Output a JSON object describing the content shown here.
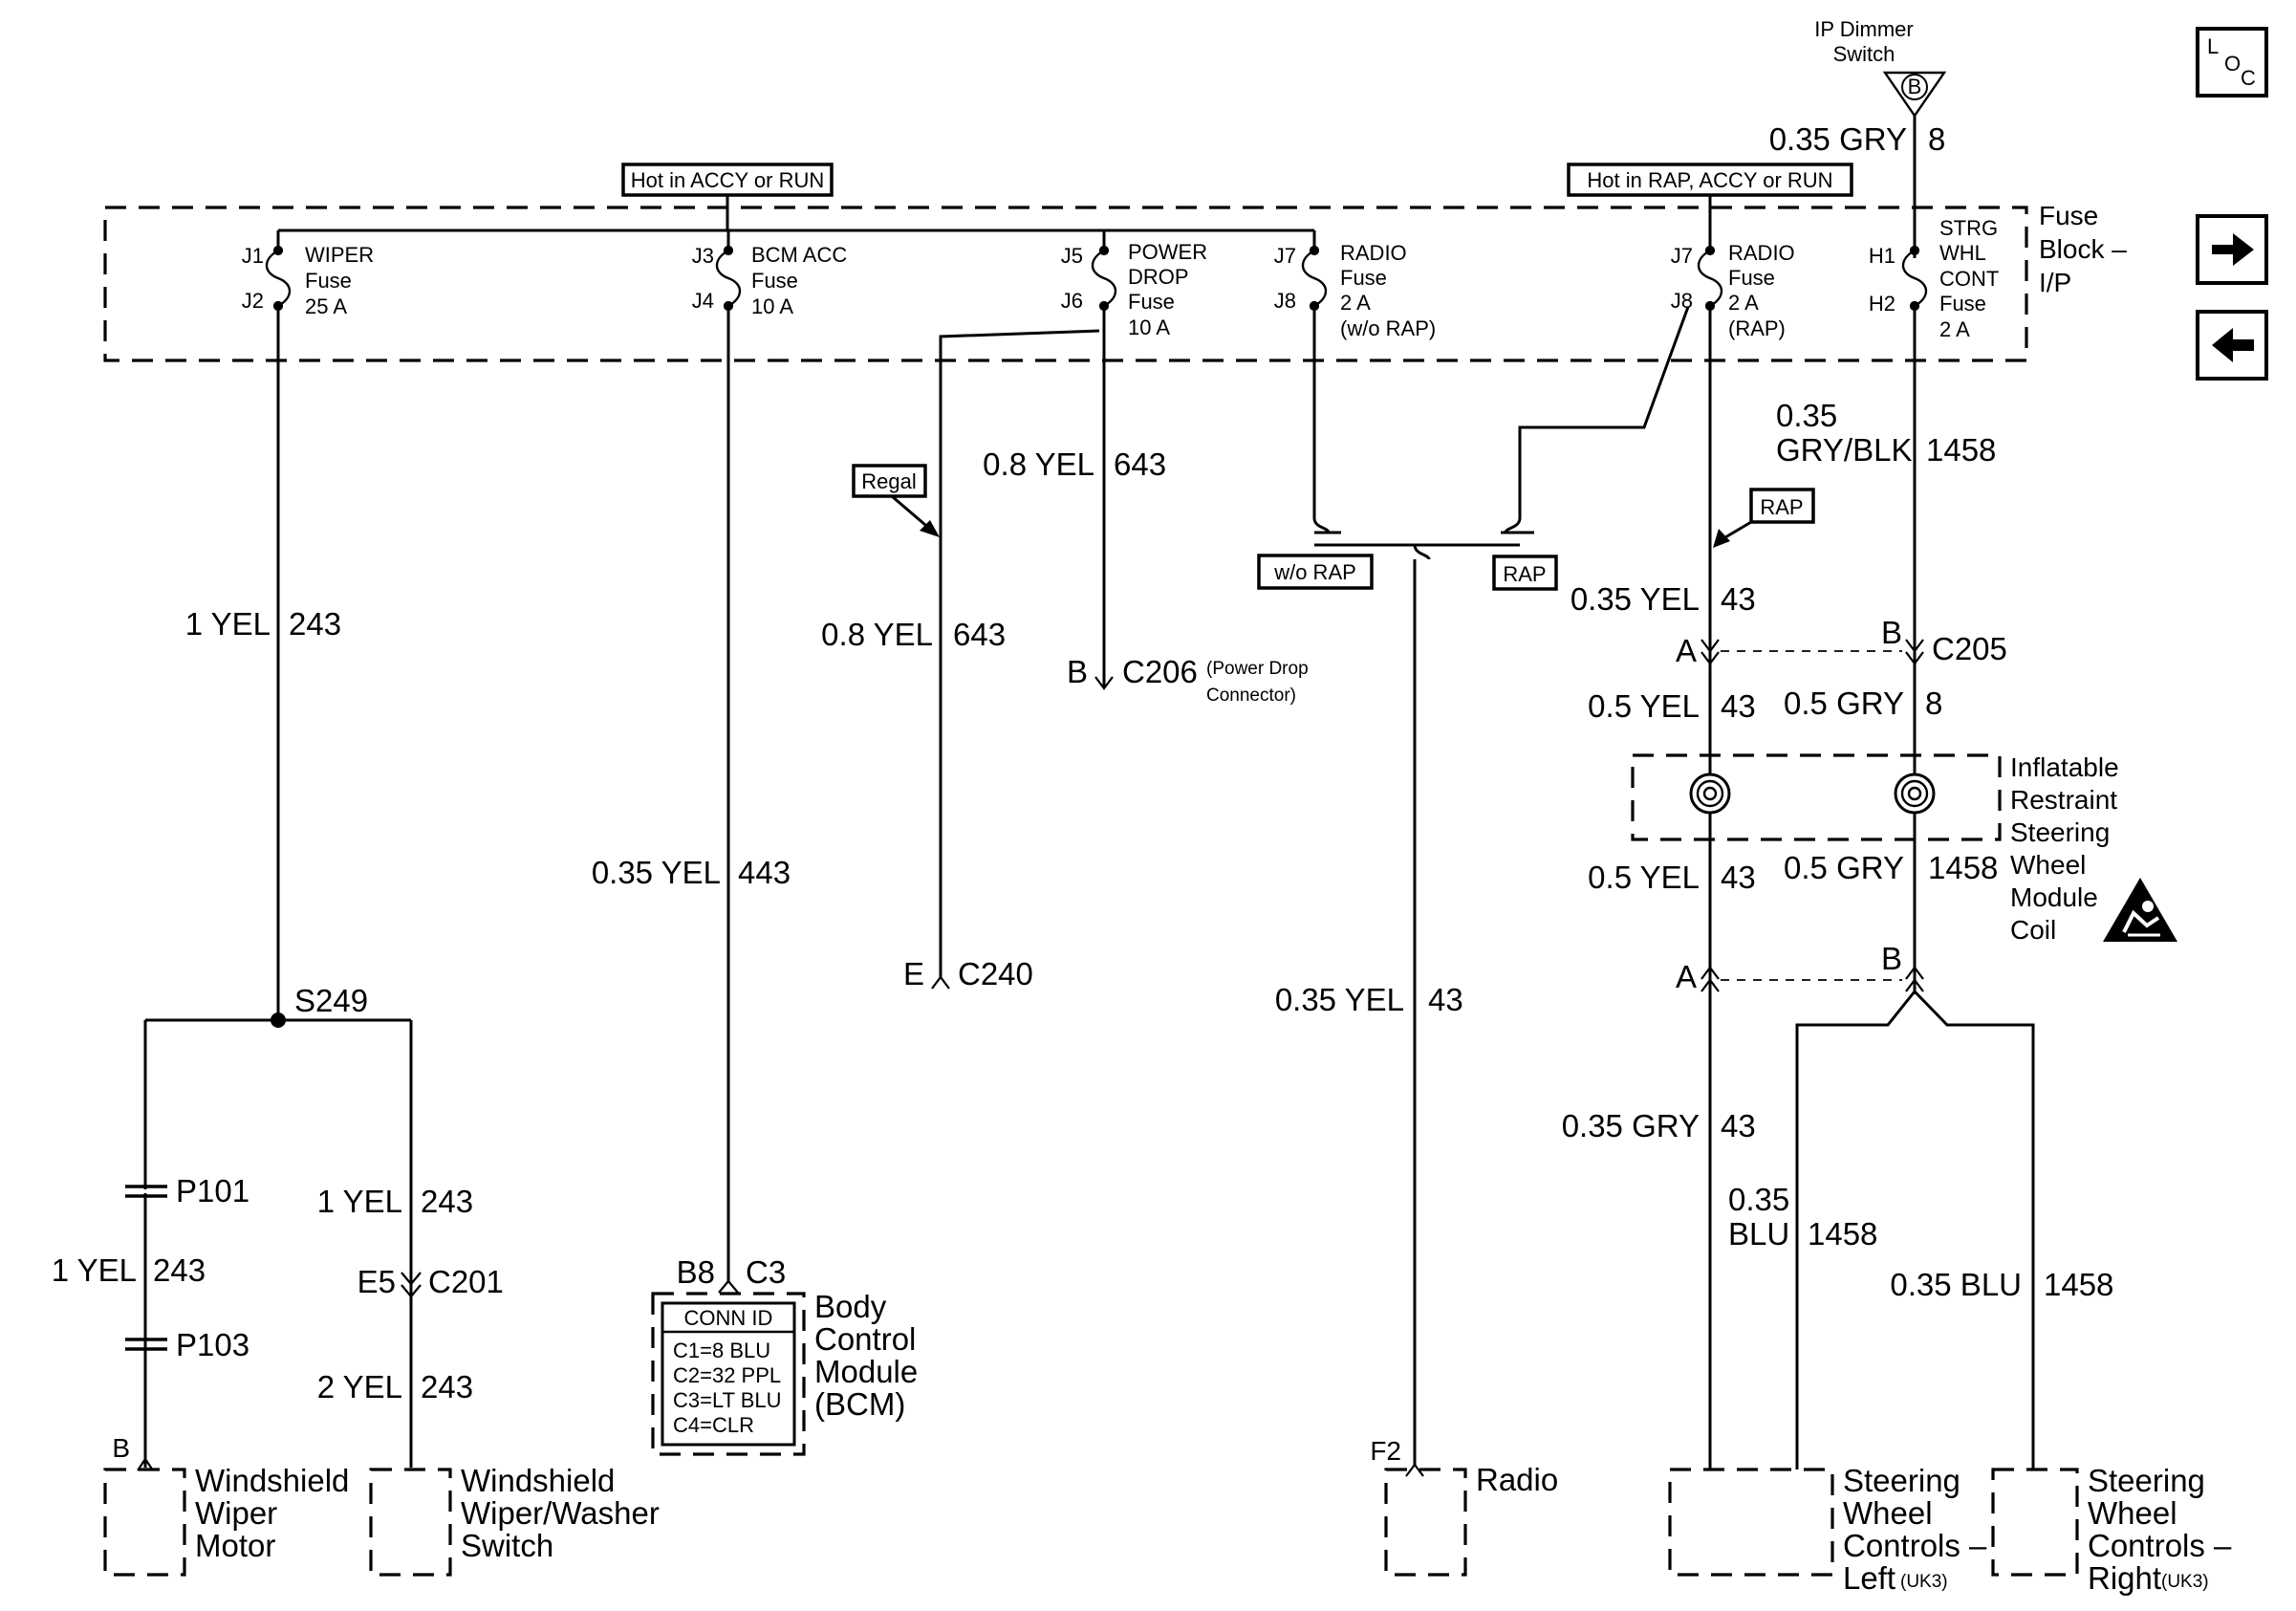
{
  "loc_icon": {
    "l": "L",
    "o": "O",
    "c": "C"
  },
  "nav": {
    "next": "next-page-arrow",
    "prev": "previous-page-arrow"
  },
  "ip_dimmer": {
    "name_line1": "IP Dimmer",
    "name_line2": "Switch",
    "pin": "B"
  },
  "hot_labels": {
    "accy_run": "Hot in ACCY or RUN",
    "rap_accy_run": "Hot in RAP, ACCY or RUN"
  },
  "fuse_block": {
    "line1": "Fuse",
    "line2": "Block –",
    "line3": "I/P"
  },
  "fuses": {
    "wiper": {
      "in": "J1",
      "out": "J2",
      "line1": "WIPER",
      "line2": "Fuse",
      "line3": "25 A"
    },
    "bcm_acc": {
      "in": "J3",
      "out": "J4",
      "line1": "BCM ACC",
      "line2": "Fuse",
      "line3": "10 A"
    },
    "power_drop": {
      "in": "J5",
      "out": "J6",
      "line1": "POWER",
      "line2": "DROP",
      "line3": "Fuse",
      "line4": "10 A"
    },
    "radio_norap": {
      "in": "J7",
      "out": "J8",
      "line1": "RADIO",
      "line2": "Fuse",
      "line3": "2 A",
      "line4": "(w/o RAP)"
    },
    "radio_rap": {
      "in": "J7",
      "out": "J8",
      "line1": "RADIO",
      "line2": "Fuse",
      "line3": "2 A",
      "line4": "(RAP)"
    },
    "strg": {
      "in": "H1",
      "out": "H2",
      "line1": "STRG",
      "line2": "WHL",
      "line3": "CONT",
      "line4": "Fuse",
      "line5": "2 A"
    }
  },
  "wires": {
    "dimmer": {
      "size": "0.35 GRY",
      "circuit": "8"
    },
    "wiper": {
      "size": "1 YEL",
      "circuit": "243"
    },
    "bcm": {
      "size": "0.35 YEL",
      "circuit": "443"
    },
    "power_drop_upper": {
      "size": "0.8 YEL",
      "circuit": "643"
    },
    "regal": {
      "size": "0.8 YEL",
      "circuit": "643"
    },
    "radio_feed": {
      "size": "0.35 YEL",
      "circuit": "43"
    },
    "rap_in": {
      "size": "0.35 YEL",
      "circuit": "43"
    },
    "strg_upper": {
      "size_line1": "0.35",
      "size_line2": "GRY/BLK",
      "circuit": "1458"
    },
    "coil_a_in": {
      "size": "0.5 YEL",
      "circuit": "43"
    },
    "coil_b_in": {
      "size": "0.5 GRY",
      "circuit": "8"
    },
    "coil_a_out": {
      "size": "0.5 YEL",
      "circuit": "43"
    },
    "coil_b_out": {
      "size": "0.5 GRY",
      "circuit": "1458"
    },
    "swc_gry": {
      "size": "0.35 GRY",
      "circuit": "43"
    },
    "swc_left_blu": {
      "size_line1": "0.35",
      "size_line2": "BLU",
      "circuit": "1458"
    },
    "swc_right_blu": {
      "size": "0.35 BLU",
      "circuit": "1458"
    },
    "motor": {
      "size": "1 YEL",
      "circuit": "243"
    },
    "switch_upper": {
      "size": "1 YEL",
      "circuit": "243"
    },
    "switch_lower": {
      "size": "2 YEL",
      "circuit": "243"
    }
  },
  "option_tags": {
    "regal": "Regal",
    "wo_rap": "w/o RAP",
    "rap_right": "RAP",
    "rap_upper": "RAP"
  },
  "connectors": {
    "c206": {
      "pin": "B",
      "name": "C206",
      "note_line1": "(Power Drop",
      "note_line2": "Connector)"
    },
    "c240": {
      "pin": "E",
      "name": "C240"
    },
    "c205": {
      "pin_a": "A",
      "pin_b": "B",
      "name": "C205"
    },
    "coil_bottom": {
      "pin_a": "A",
      "pin_b": "B"
    },
    "c201": {
      "pin": "E5",
      "name": "C201"
    },
    "bcm": {
      "pin": "B8",
      "name": "C3"
    }
  },
  "splices": {
    "s249": "S249",
    "p101": "P101",
    "p103": "P103"
  },
  "components": {
    "coil": {
      "line1": "Inflatable",
      "line2": "Restraint",
      "line3": "Steering",
      "line4": "Wheel",
      "line5": "Module",
      "line6": "Coil"
    },
    "bcm": {
      "line1": "Body",
      "line2": "Control",
      "line3": "Module",
      "line4": "(BCM)"
    },
    "wiper_motor": {
      "pin": "B",
      "line1": "Windshield",
      "line2": "Wiper",
      "line3": "Motor"
    },
    "washer_switch": {
      "line1": "Windshield",
      "line2": "Wiper/Washer",
      "line3": "Switch"
    },
    "radio": {
      "pin": "F2",
      "name": "Radio"
    },
    "swc_left": {
      "line1": "Steering",
      "line2": "Wheel",
      "line3": "Controls –",
      "line4": "Left",
      "option": "(UK3)"
    },
    "swc_right": {
      "line1": "Steering",
      "line2": "Wheel",
      "line3": "Controls –",
      "line4": "Right",
      "option": "(UK3)"
    }
  },
  "conn_id": {
    "title": "CONN ID",
    "rows": [
      "C1=8 BLU",
      "C2=32 PPL",
      "C3=LT BLU",
      "C4=CLR"
    ]
  },
  "airbag_icon": "airbag-warning-icon"
}
